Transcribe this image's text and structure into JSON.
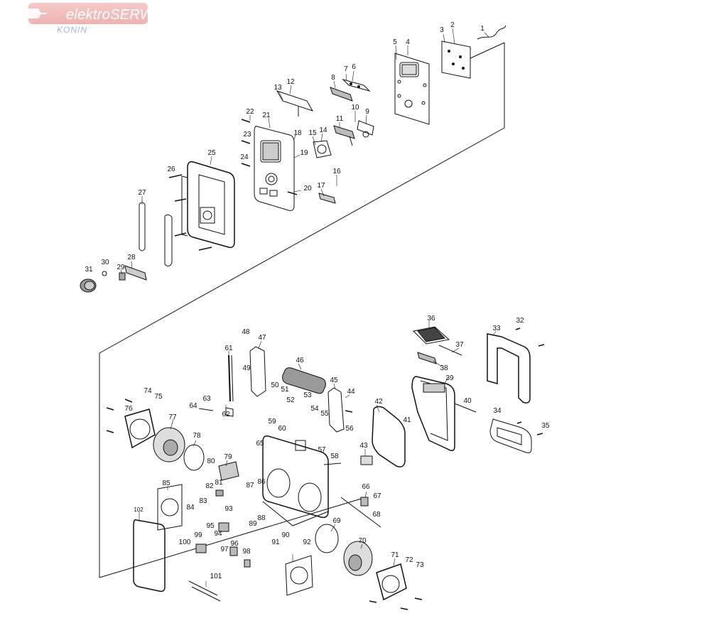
{
  "logo": {
    "brand_part1": "elektro",
    "brand_part2": "SERW",
    "city": "KONIN"
  },
  "diagram": {
    "callouts": [
      {
        "n": "1"
      },
      {
        "n": "2"
      },
      {
        "n": "3"
      },
      {
        "n": "4"
      },
      {
        "n": "5"
      },
      {
        "n": "6"
      },
      {
        "n": "7"
      },
      {
        "n": "8"
      },
      {
        "n": "9"
      },
      {
        "n": "10"
      },
      {
        "n": "11"
      },
      {
        "n": "12"
      },
      {
        "n": "13"
      },
      {
        "n": "14"
      },
      {
        "n": "15"
      },
      {
        "n": "16"
      },
      {
        "n": "17"
      },
      {
        "n": "18"
      },
      {
        "n": "19"
      },
      {
        "n": "20"
      },
      {
        "n": "21"
      },
      {
        "n": "22"
      },
      {
        "n": "23"
      },
      {
        "n": "24"
      },
      {
        "n": "25"
      },
      {
        "n": "26"
      },
      {
        "n": "27"
      },
      {
        "n": "28"
      },
      {
        "n": "29"
      },
      {
        "n": "30"
      },
      {
        "n": "31"
      },
      {
        "n": "32"
      },
      {
        "n": "33"
      },
      {
        "n": "34"
      },
      {
        "n": "35"
      },
      {
        "n": "36"
      },
      {
        "n": "37"
      },
      {
        "n": "38"
      },
      {
        "n": "39"
      },
      {
        "n": "40"
      },
      {
        "n": "41"
      },
      {
        "n": "42"
      },
      {
        "n": "43"
      },
      {
        "n": "44"
      },
      {
        "n": "45"
      },
      {
        "n": "46"
      },
      {
        "n": "47"
      },
      {
        "n": "48"
      },
      {
        "n": "49"
      },
      {
        "n": "50"
      },
      {
        "n": "51"
      },
      {
        "n": "52"
      },
      {
        "n": "53"
      },
      {
        "n": "54"
      },
      {
        "n": "55"
      },
      {
        "n": "56"
      },
      {
        "n": "57"
      },
      {
        "n": "58"
      },
      {
        "n": "59"
      },
      {
        "n": "60"
      },
      {
        "n": "61"
      },
      {
        "n": "62"
      },
      {
        "n": "63"
      },
      {
        "n": "64"
      },
      {
        "n": "65"
      },
      {
        "n": "66"
      },
      {
        "n": "67"
      },
      {
        "n": "68"
      },
      {
        "n": "69"
      },
      {
        "n": "70"
      },
      {
        "n": "71"
      },
      {
        "n": "72"
      },
      {
        "n": "73"
      },
      {
        "n": "74"
      },
      {
        "n": "75"
      },
      {
        "n": "76"
      },
      {
        "n": "77"
      },
      {
        "n": "78"
      },
      {
        "n": "79"
      },
      {
        "n": "80"
      },
      {
        "n": "81"
      },
      {
        "n": "82"
      },
      {
        "n": "83"
      },
      {
        "n": "84"
      },
      {
        "n": "85"
      },
      {
        "n": "86"
      },
      {
        "n": "87"
      },
      {
        "n": "88"
      },
      {
        "n": "89"
      },
      {
        "n": "90"
      },
      {
        "n": "91"
      },
      {
        "n": "92"
      },
      {
        "n": "93"
      },
      {
        "n": "94"
      },
      {
        "n": "95"
      },
      {
        "n": "96"
      },
      {
        "n": "97"
      },
      {
        "n": "98"
      },
      {
        "n": "99"
      },
      {
        "n": "100"
      },
      {
        "n": "101"
      },
      {
        "n": "102"
      }
    ]
  }
}
